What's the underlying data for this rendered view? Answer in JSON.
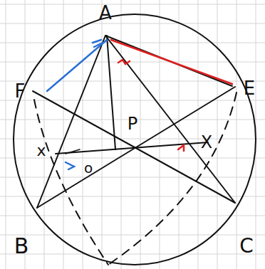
{
  "diagram": {
    "labels": [
      "A",
      "F",
      "E",
      "P",
      "x",
      "o",
      "X",
      "B",
      "C"
    ]
  }
}
